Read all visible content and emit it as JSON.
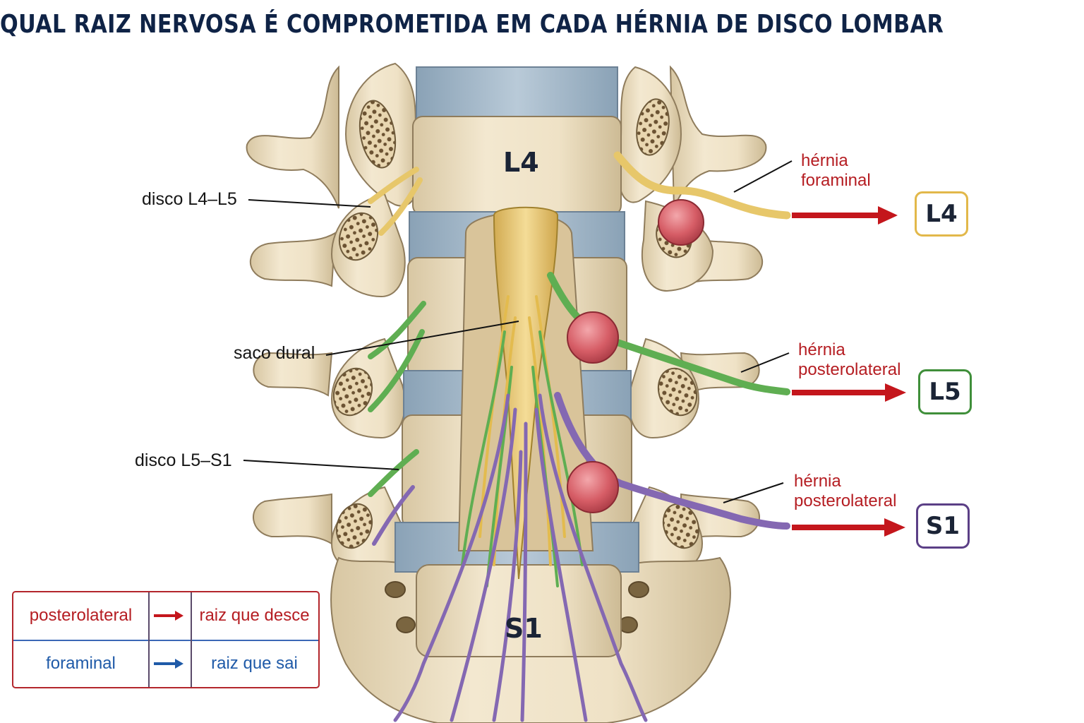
{
  "title": "QUAL RAIZ NERVOSA É COMPROMETIDA EM CADA HÉRNIA DE DISCO LOMBAR",
  "labels": {
    "disc_l4_l5": "disco L4–L5",
    "dural_sac": "saco dural",
    "disc_l5_s1": "disco L5–S1"
  },
  "vertebrae": {
    "upper": "L4",
    "lower": "S1"
  },
  "herniations": [
    {
      "line1": "hérnia",
      "line2": "foraminal",
      "root": "L4",
      "root_color": "#e2b84a",
      "nerve_color": "#e7c76a"
    },
    {
      "line1": "hérnia",
      "line2": "posterolateral",
      "root": "L5",
      "root_color": "#3f8f3a",
      "nerve_color": "#5fae52"
    },
    {
      "line1": "hérnia",
      "line2": "posterolateral",
      "root": "S1",
      "root_color": "#5b3f86",
      "nerve_color": "#8468b2"
    }
  ],
  "legend": {
    "rows": [
      {
        "type": "posterolateral",
        "arrow": "→",
        "result": "raiz que desce",
        "color": "#b51d22"
      },
      {
        "type": "foraminal",
        "arrow": "→",
        "result": "raiz que sai",
        "color": "#1f5aa8"
      }
    ]
  },
  "colors": {
    "bone": "#ece0c4",
    "bone_edge": "#8f7c5c",
    "disc": "#9fb6c8",
    "herniation": "#d9666e",
    "arrow": "#c4161c",
    "title": "#0f2346"
  }
}
